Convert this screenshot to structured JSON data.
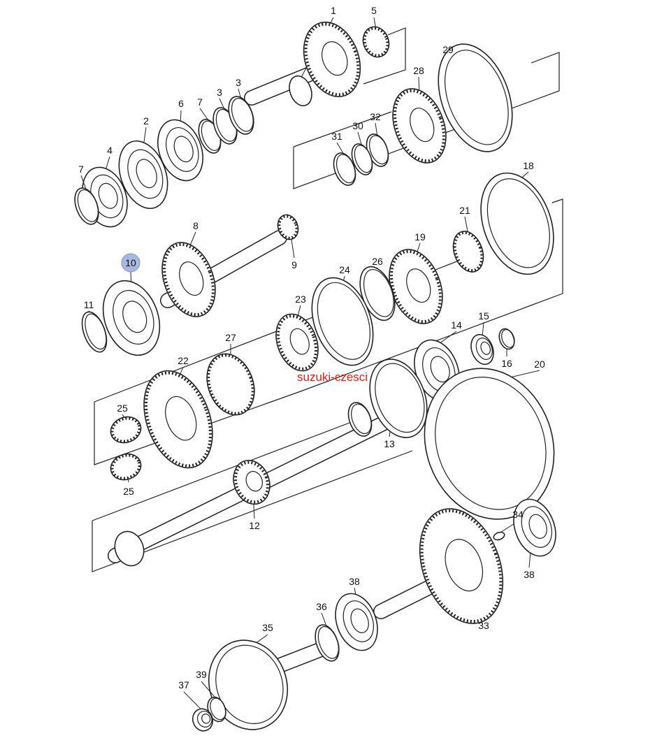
{
  "watermark": "suzuki-czesci",
  "highlight_color": "#aab8e0",
  "labels": {
    "l1": "1",
    "l5": "5",
    "l29": "29",
    "l28": "28",
    "l6": "6",
    "l7a": "7",
    "l3a": "3",
    "l3b": "3",
    "l2": "2",
    "l32": "32",
    "l30": "30",
    "l31": "31",
    "l4": "4",
    "l7b": "7",
    "l18": "18",
    "l8": "8",
    "l21": "21",
    "l9": "9",
    "l19": "19",
    "l10": "10",
    "l26": "26",
    "l24": "24",
    "l11": "11",
    "l15": "15",
    "l23": "23",
    "l14": "14",
    "l16": "16",
    "l27": "27",
    "l22": "22",
    "l20": "20",
    "l25a": "25",
    "l25b": "25",
    "l13": "13",
    "l12": "12",
    "l34": "34",
    "l38a": "38",
    "l38b": "38",
    "l36": "36",
    "l33": "33",
    "l35": "35",
    "l39": "39",
    "l37": "37"
  }
}
